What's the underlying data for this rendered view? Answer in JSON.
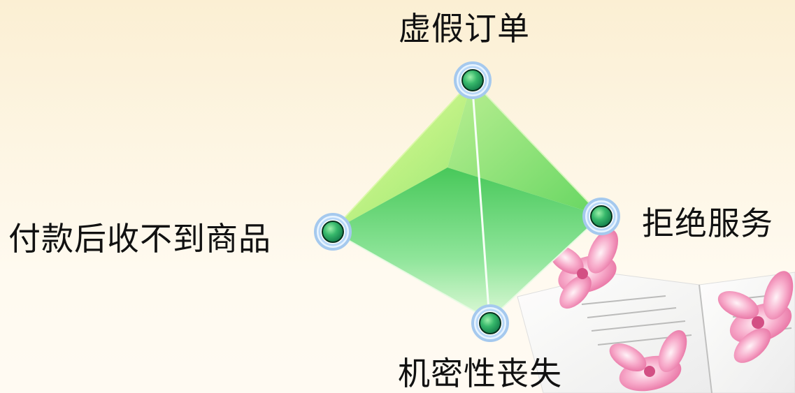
{
  "diagram": {
    "nodes": {
      "top": {
        "label": "虚假订单",
        "icon": "green-circle-node-icon"
      },
      "left": {
        "label": "付款后收不到商品",
        "icon": "green-circle-node-icon"
      },
      "right": {
        "label": "拒绝服务",
        "icon": "green-circle-node-icon"
      },
      "bottom": {
        "label": "机密性丧失",
        "icon": "green-circle-node-icon"
      }
    },
    "colors": {
      "face_light": "#c4f58a",
      "face_mid": "#7fdf76",
      "face_dark": "#47c85a",
      "node_ring": "#b9d8f6",
      "node_fill": "#2ea46a"
    }
  }
}
